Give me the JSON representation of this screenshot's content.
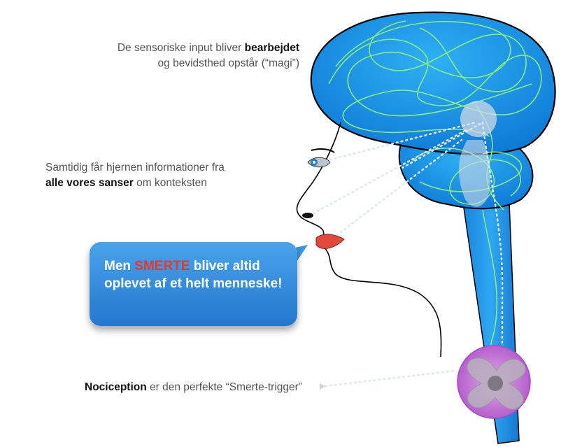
{
  "captions": {
    "sensory_pre": "De sensoriske input bliver ",
    "sensory_bold": "bearbejdet",
    "sensory_line2": "og bevidsthed opstår (“magi”)",
    "senses_line1": "Samtidig får hjernen informationer fra",
    "senses_bold": "alle vores sanser",
    "senses_rest": " om konteksten",
    "noci_bold": "Nociception",
    "noci_rest": " er den perfekte “Smerte-trigger”"
  },
  "bubble": {
    "pre": "Men ",
    "highlight": "SMERTE",
    "post": " bliver altid oplevet af et helt menneske!"
  },
  "colors": {
    "brain_blue": "#1a9be8",
    "nerve_green": "#8ff07a",
    "highlight_red": "#e33a2c",
    "spinal_node": "#c97ad6"
  }
}
